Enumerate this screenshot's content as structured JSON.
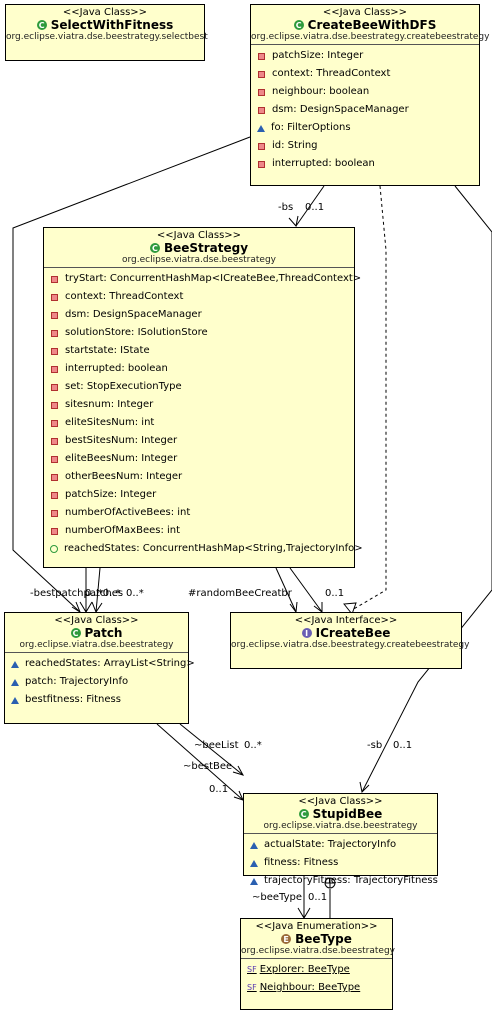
{
  "select_with_fitness": {
    "stereotype": "<<Java Class>>",
    "name": "SelectWithFitness",
    "package": "org.eclipse.viatra.dse.beestrategy.selectbest"
  },
  "create_bee_with_dfs": {
    "stereotype": "<<Java Class>>",
    "name": "CreateBeeWithDFS",
    "package": "org.eclipse.viatra.dse.beestrategy.createbeestrategy",
    "attributes": [
      {
        "visibility": "private",
        "text": "patchSize: Integer"
      },
      {
        "visibility": "private",
        "text": "context: ThreadContext"
      },
      {
        "visibility": "private",
        "text": "neighbour: boolean"
      },
      {
        "visibility": "private",
        "text": "dsm: DesignSpaceManager"
      },
      {
        "visibility": "package",
        "text": "fo: FilterOptions"
      },
      {
        "visibility": "private",
        "text": "id: String"
      },
      {
        "visibility": "private",
        "text": "interrupted: boolean"
      }
    ]
  },
  "bee_strategy": {
    "stereotype": "<<Java Class>>",
    "name": "BeeStrategy",
    "package": "org.eclipse.viatra.dse.beestrategy",
    "attributes": [
      {
        "visibility": "private",
        "text": "tryStart: ConcurrentHashMap<ICreateBee,ThreadContext>"
      },
      {
        "visibility": "private",
        "text": "context: ThreadContext"
      },
      {
        "visibility": "private",
        "text": "dsm: DesignSpaceManager"
      },
      {
        "visibility": "private",
        "text": "solutionStore: ISolutionStore"
      },
      {
        "visibility": "private",
        "text": "startstate: IState"
      },
      {
        "visibility": "private",
        "text": "interrupted: boolean"
      },
      {
        "visibility": "private",
        "text": "set: StopExecutionType"
      },
      {
        "visibility": "private",
        "text": "sitesnum: Integer"
      },
      {
        "visibility": "private",
        "text": "eliteSitesNum: int"
      },
      {
        "visibility": "private",
        "text": "bestSitesNum: Integer"
      },
      {
        "visibility": "private",
        "text": "eliteBeesNum: Integer"
      },
      {
        "visibility": "private",
        "text": "otherBeesNum: Integer"
      },
      {
        "visibility": "private",
        "text": "patchSize: Integer"
      },
      {
        "visibility": "private",
        "text": "numberOfActiveBees: int"
      },
      {
        "visibility": "private",
        "text": "numberOfMaxBees: int"
      },
      {
        "visibility": "public",
        "text": "reachedStates: ConcurrentHashMap<String,TrajectoryInfo>"
      }
    ]
  },
  "patch": {
    "stereotype": "<<Java Class>>",
    "name": "Patch",
    "package": "org.eclipse.viatra.dse.beestrategy",
    "attributes": [
      {
        "visibility": "package",
        "text": "reachedStates: ArrayList<String>"
      },
      {
        "visibility": "package",
        "text": "patch: TrajectoryInfo"
      },
      {
        "visibility": "package",
        "text": "bestfitness: Fitness"
      }
    ]
  },
  "icreate_bee": {
    "stereotype": "<<Java Interface>>",
    "name": "ICreateBee",
    "package": "org.eclipse.viatra.dse.beestrategy.createbeestrategy"
  },
  "stupid_bee": {
    "stereotype": "<<Java Class>>",
    "name": "StupidBee",
    "package": "org.eclipse.viatra.dse.beestrategy",
    "attributes": [
      {
        "visibility": "package",
        "text": "actualState: TrajectoryInfo"
      },
      {
        "visibility": "package",
        "text": "fitness: Fitness"
      },
      {
        "visibility": "package",
        "text": "trajectoryFitness: TrajectoryFitness"
      }
    ]
  },
  "bee_type": {
    "stereotype": "<<Java Enumeration>>",
    "name": "BeeType",
    "package": "org.eclipse.viatra.dse.beestrategy",
    "literals": [
      {
        "marker": "SF",
        "text": "Explorer: BeeType"
      },
      {
        "marker": "SF",
        "text": "Neighbour: BeeType"
      }
    ]
  },
  "edge_labels": {
    "bs_role": "-bs",
    "bs_mult": "0..1",
    "bestpatches_overlap": "-bestpatchpatches",
    "patches_mult_overlap": "0..*0..*",
    "patches_mult2": "0..*",
    "createbee_overlap": "#randomBeeCreatbr",
    "createbee_mult": "0..1",
    "beelist_role": "~beeList",
    "beelist_mult": "0..*",
    "bestbee_role": "~bestBee",
    "bestbee_mult": "0..1",
    "sb_role": "-sb",
    "sb_mult": "0..1",
    "beetype_role": "~beeType",
    "beetype_mult": "0..1"
  }
}
